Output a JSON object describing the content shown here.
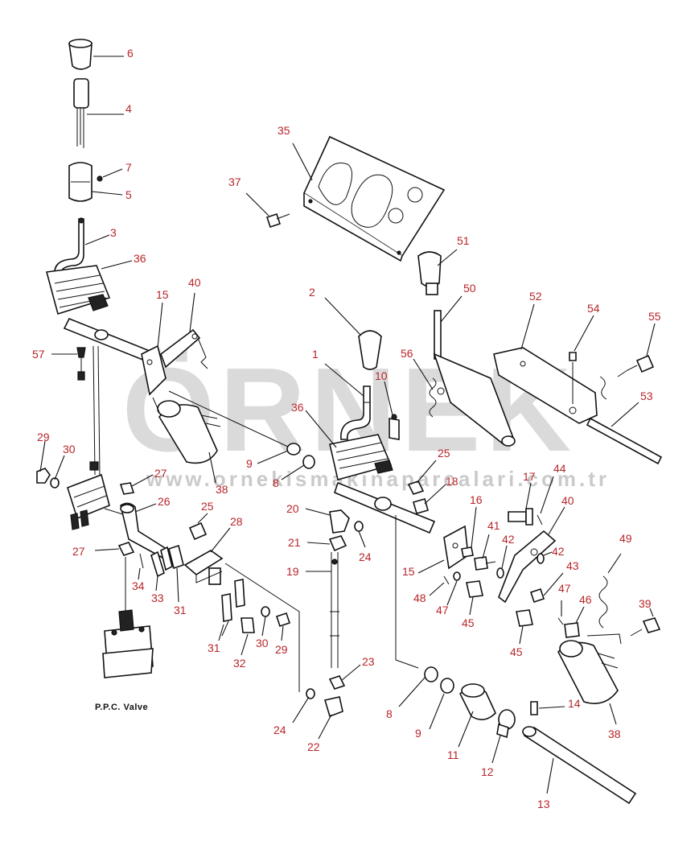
{
  "watermark": {
    "brand": "ÖRNEK",
    "url": "www.ornekismakinaparcalari.com.tr"
  },
  "caption": "P.P.C. Valve",
  "callouts": [
    {
      "n": "6"
    },
    {
      "n": "4"
    },
    {
      "n": "7"
    },
    {
      "n": "5"
    },
    {
      "n": "3"
    },
    {
      "n": "36"
    },
    {
      "n": "15"
    },
    {
      "n": "40"
    },
    {
      "n": "57"
    },
    {
      "n": "35"
    },
    {
      "n": "37"
    },
    {
      "n": "51"
    },
    {
      "n": "50"
    },
    {
      "n": "52"
    },
    {
      "n": "54"
    },
    {
      "n": "55"
    },
    {
      "n": "2"
    },
    {
      "n": "1"
    },
    {
      "n": "10"
    },
    {
      "n": "56"
    },
    {
      "n": "53"
    },
    {
      "n": "36"
    },
    {
      "n": "29"
    },
    {
      "n": "30"
    },
    {
      "n": "27"
    },
    {
      "n": "38"
    },
    {
      "n": "9"
    },
    {
      "n": "8"
    },
    {
      "n": "25"
    },
    {
      "n": "18"
    },
    {
      "n": "17"
    },
    {
      "n": "44"
    },
    {
      "n": "26"
    },
    {
      "n": "25"
    },
    {
      "n": "28"
    },
    {
      "n": "20"
    },
    {
      "n": "16"
    },
    {
      "n": "40"
    },
    {
      "n": "27"
    },
    {
      "n": "21"
    },
    {
      "n": "24"
    },
    {
      "n": "41"
    },
    {
      "n": "42"
    },
    {
      "n": "42"
    },
    {
      "n": "49"
    },
    {
      "n": "34"
    },
    {
      "n": "33"
    },
    {
      "n": "31"
    },
    {
      "n": "19"
    },
    {
      "n": "15"
    },
    {
      "n": "48"
    },
    {
      "n": "47"
    },
    {
      "n": "43"
    },
    {
      "n": "47"
    },
    {
      "n": "39"
    },
    {
      "n": "45"
    },
    {
      "n": "46"
    },
    {
      "n": "31"
    },
    {
      "n": "32"
    },
    {
      "n": "30"
    },
    {
      "n": "29"
    },
    {
      "n": "45"
    },
    {
      "n": "23"
    },
    {
      "n": "14"
    },
    {
      "n": "8"
    },
    {
      "n": "9"
    },
    {
      "n": "24"
    },
    {
      "n": "22"
    },
    {
      "n": "11"
    },
    {
      "n": "12"
    },
    {
      "n": "38"
    },
    {
      "n": "13"
    }
  ]
}
